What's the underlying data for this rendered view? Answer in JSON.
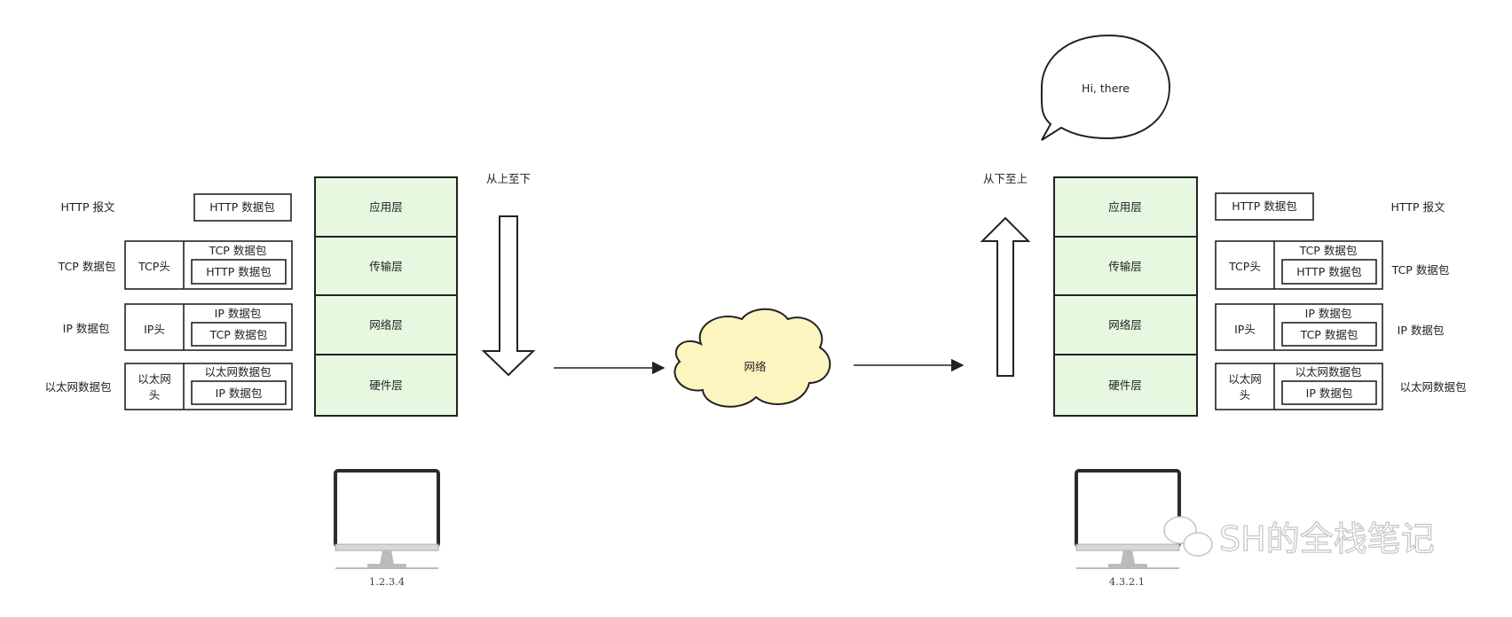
{
  "colors": {
    "layer_fill": "#e6f8e0",
    "layer_stroke": "#222222",
    "cloud_fill": "#fdf5c0",
    "line": "#222222"
  },
  "sender": {
    "direction_label": "从上至下",
    "ip": "1.2.3.4",
    "layers": [
      "应用层",
      "传输层",
      "网络层",
      "硬件层"
    ],
    "packets": {
      "http": {
        "label": "HTTP 报文",
        "inner": "HTTP 数据包"
      },
      "tcp": {
        "label": "TCP 数据包",
        "header": "TCP头",
        "title": "TCP 数据包",
        "inner": "HTTP 数据包"
      },
      "ip": {
        "label": "IP 数据包",
        "header": "IP头",
        "title": "IP 数据包",
        "inner": "TCP 数据包"
      },
      "eth": {
        "label": "以太网数据包",
        "header_line1": "以太网",
        "header_line2": "头",
        "title": "以太网数据包",
        "inner": "IP 数据包"
      }
    }
  },
  "receiver": {
    "direction_label": "从下至上",
    "ip": "4.3.2.1",
    "speech": "Hi, there",
    "layers": [
      "应用层",
      "传输层",
      "网络层",
      "硬件层"
    ],
    "packets": {
      "http": {
        "label": "HTTP 报文",
        "inner": "HTTP 数据包"
      },
      "tcp": {
        "label": "TCP 数据包",
        "header": "TCP头",
        "title": "TCP 数据包",
        "inner": "HTTP 数据包"
      },
      "ip": {
        "label": "IP 数据包",
        "header": "IP头",
        "title": "IP 数据包",
        "inner": "TCP 数据包"
      },
      "eth": {
        "label": "以太网数据包",
        "header_line1": "以太网",
        "header_line2": "头",
        "title": "以太网数据包",
        "inner": "IP 数据包"
      }
    }
  },
  "network": {
    "label": "网络"
  },
  "watermark": "SH的全栈笔记"
}
